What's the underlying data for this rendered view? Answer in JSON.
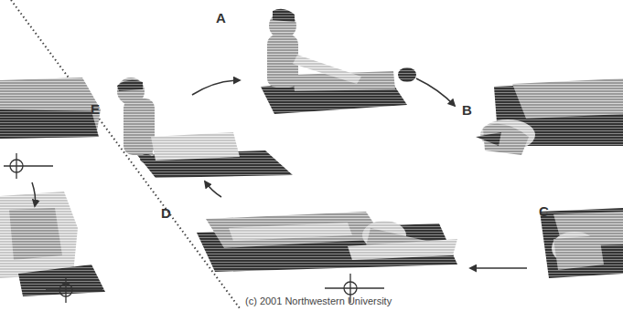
{
  "diagram": {
    "labels": [
      "A",
      "B",
      "C",
      "D",
      "E",
      "(c) 2001 Northwestern University"
    ]
  }
}
